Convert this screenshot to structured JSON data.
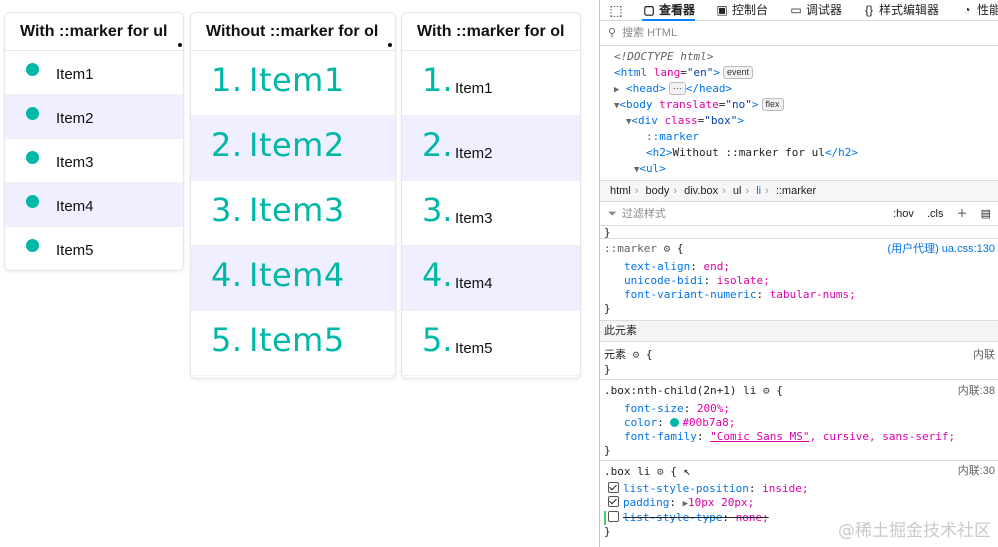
{
  "boxes": [
    {
      "title": "With ::marker for ul",
      "items": [
        "Item1",
        "Item2",
        "Item3",
        "Item4",
        "Item5"
      ]
    },
    {
      "title": "Without ::marker for ol",
      "items": [
        "1.",
        "Item1",
        "2.",
        "Item2",
        "3.",
        "Item3",
        "4.",
        "Item4",
        "5.",
        "Item5"
      ]
    },
    {
      "title": "With ::marker for ol",
      "items": [
        "1.",
        "Item1",
        "2.",
        "Item2",
        "3.",
        "Item3",
        "4.",
        "Item4",
        "5.",
        "Item5"
      ]
    }
  ],
  "accent_color": "#00b7a8",
  "devtools": {
    "tabs": [
      {
        "icon": "inspector-icon",
        "label": "查看器"
      },
      {
        "icon": "console-icon",
        "label": "控制台"
      },
      {
        "icon": "debugger-icon",
        "label": "调试器"
      },
      {
        "icon": "style-editor-icon",
        "label": "样式编辑器"
      },
      {
        "icon": "performance-icon",
        "label": "性能"
      }
    ],
    "search_placeholder": "搜索 HTML",
    "tree": {
      "doctype": "<!DOCTYPE html>",
      "html_open": "<html",
      "html_attr": "lang",
      "html_val": "\"en\"",
      "html_close": ">",
      "event": "event",
      "head": "<head>",
      "head_dots": "···",
      "head_end": "</head>",
      "body_open": "<body",
      "body_attr": "translate",
      "body_val": "\"no\"",
      "body_close": ">",
      "flex": "flex",
      "div_open": "<div",
      "div_attr": "class",
      "div_val": "\"box\"",
      "div_close": ">",
      "marker": "::marker",
      "h2_open": "<h2>",
      "h2_text": "Without ::marker for ul",
      "h2_close": "</h2>",
      "ul_open": "<ul>"
    },
    "breadcrumbs": [
      "html",
      "body",
      "div.box",
      "ul",
      "li",
      "::marker"
    ],
    "filter_placeholder": "过滤样式",
    "hov": ":hov",
    "cls": ".cls",
    "rules": {
      "marker_selector": "::marker",
      "ua_label": "(用户代理)",
      "ua_source": "ua.css:130",
      "marker_props": [
        {
          "p": "text-align",
          "v": "end;"
        },
        {
          "p": "unicode-bidi",
          "v": "isolate;"
        },
        {
          "p": "font-variant-numeric",
          "v": "tabular-nums;"
        }
      ],
      "section_this": "此元素",
      "element_label": "元素",
      "inline_label": "内联",
      "nth_selector": ".box:nth-child(2n+1) li",
      "nth_source": "内联:38",
      "nth_font_size": "200%;",
      "nth_color": "#00b7a8;",
      "nth_font_family_q": "\"Comic Sans MS\"",
      "nth_font_family_rest": ", cursive, sans-serif;",
      "boxli_selector": ".box li",
      "boxli_source": "内联:30",
      "boxli_props": [
        {
          "p": "list-style-position",
          "v": "inside;",
          "checked": true
        },
        {
          "p": "padding",
          "v": "10px 20px;",
          "checked": true
        },
        {
          "p": "list-style-type",
          "v": "none;",
          "checked": false
        }
      ],
      "brace_open": "{",
      "brace_close": "}"
    },
    "watermark": "@稀土掘金技术社区"
  }
}
